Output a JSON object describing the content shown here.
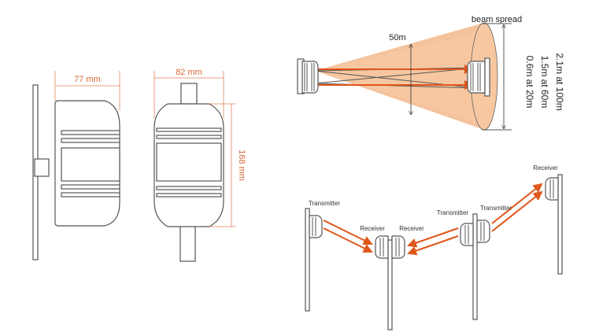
{
  "dimensions": {
    "width_side": "77 mm",
    "width_front": "82 mm",
    "height": "168 mm"
  },
  "beam_diagram": {
    "beam_spread_label": "beam spread",
    "gap_label": "50m",
    "distances": [
      "2.1m at 100m",
      "1.5m at 60m",
      "0.6m at 20m"
    ]
  },
  "installation": {
    "labels": [
      "Transmitter",
      "Receiver",
      "Receiver",
      "Transmitter",
      "Transmitter",
      "Receiver"
    ]
  },
  "colors": {
    "beam_fill": "#f2b98c",
    "beam_arrow": "#e0571a",
    "dimension": "#d8693a",
    "outline": "#555555"
  }
}
